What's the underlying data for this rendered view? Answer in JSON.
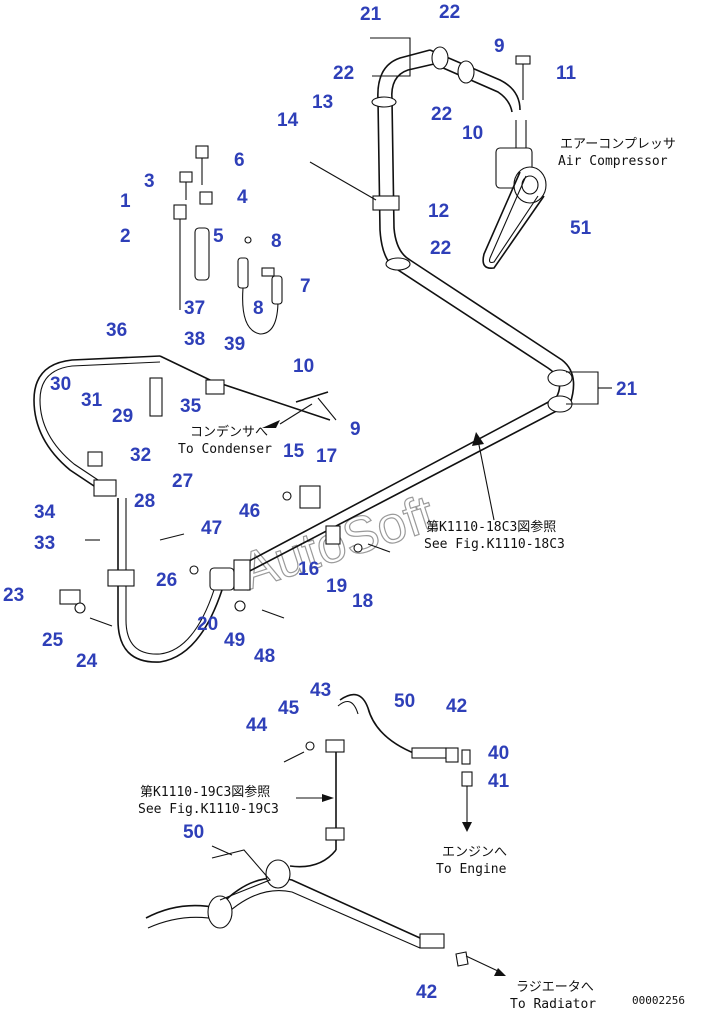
{
  "callouts": {
    "n1": "1",
    "n2": "2",
    "n3": "3",
    "n4": "4",
    "n5": "5",
    "n6": "6",
    "n7": "7",
    "n8a": "8",
    "n8b": "8",
    "n9a": "9",
    "n9b": "9",
    "n10a": "10",
    "n10b": "10",
    "n11": "11",
    "n12": "12",
    "n13": "13",
    "n14": "14",
    "n15": "15",
    "n16": "16",
    "n17": "17",
    "n18": "18",
    "n19": "19",
    "n20": "20",
    "n21a": "21",
    "n21b": "21",
    "n22a": "22",
    "n22b": "22",
    "n22c": "22",
    "n22d": "22",
    "n23": "23",
    "n24": "24",
    "n25": "25",
    "n26": "26",
    "n27": "27",
    "n28": "28",
    "n29": "29",
    "n30": "30",
    "n31": "31",
    "n32": "32",
    "n33": "33",
    "n34": "34",
    "n35": "35",
    "n36": "36",
    "n37": "37",
    "n38": "38",
    "n39": "39",
    "n40": "40",
    "n41": "41",
    "n42a": "42",
    "n42b": "42",
    "n43": "43",
    "n44": "44",
    "n45": "45",
    "n46": "46",
    "n47": "47",
    "n48": "48",
    "n49": "49",
    "n50a": "50",
    "n50b": "50",
    "n51": "51"
  },
  "labels": {
    "air_compressor_jp": "エアーコンプレッサ",
    "air_compressor_en": "Air Compressor",
    "condenser_jp": "コンデンサへ",
    "condenser_en": "To Condenser",
    "fig_18c3_jp": "第K1110-18C3図参照",
    "fig_18c3_en": "See Fig.K1110-18C3",
    "fig_19c3_jp": "第K1110-19C3図参照",
    "fig_19c3_en": "See Fig.K1110-19C3",
    "engine_jp": "エンジンへ",
    "engine_en": "To Engine",
    "radiator_jp": "ラジエータへ",
    "radiator_en": "To Radiator"
  },
  "watermark": "AutoSoft",
  "drawing_number": "00002256",
  "colors": {
    "callout": "#2e3fb8",
    "line": "#111111",
    "watermark": "#9a9a9a"
  }
}
